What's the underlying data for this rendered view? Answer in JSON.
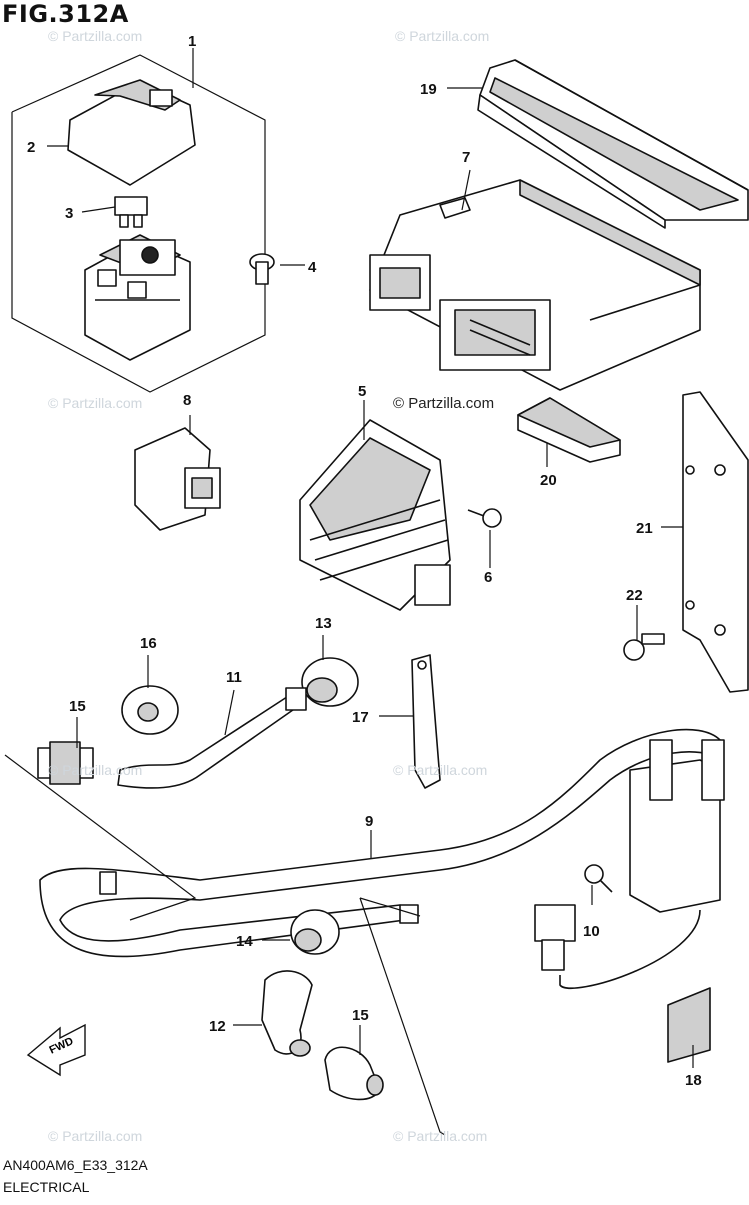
{
  "figure": {
    "title": "FIG.312A",
    "code": "AN400AM6_E33_312A",
    "section": "ELECTRICAL"
  },
  "watermark": "© Partzilla.com",
  "direction_label": "FWD",
  "callouts": [
    "1",
    "2",
    "3",
    "4",
    "5",
    "6",
    "7",
    "8",
    "9",
    "10",
    "11",
    "12",
    "13",
    "14",
    "15",
    "15",
    "16",
    "17",
    "18",
    "19",
    "20",
    "21",
    "22"
  ]
}
